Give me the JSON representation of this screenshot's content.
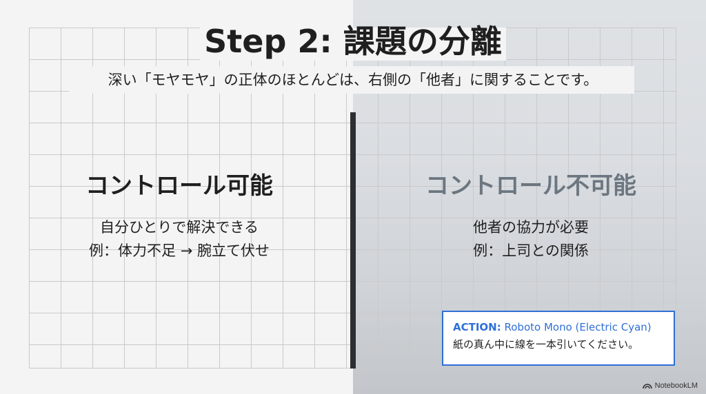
{
  "slide": {
    "title": "Step 2: 課題の分離",
    "subtitle": "深い「モヤモヤ」の正体のほとんどは、右側の「他者」に関することです。"
  },
  "left_column": {
    "heading": "コントロール可能",
    "line1": "自分ひとりで解決できる",
    "line2": "例：体力不足 → 腕立て伏せ"
  },
  "right_column": {
    "heading": "コントロール不可能",
    "line1": "他者の協力が必要",
    "line2": "例：上司との関係"
  },
  "action_box": {
    "label": "ACTION:",
    "font_note": " Roboto Mono (Electric Cyan)",
    "instruction": "紙の真ん中に線を一本引いてください。"
  },
  "watermark": {
    "text": "NotebookLM"
  },
  "colors": {
    "accent_blue": "#2f6fd6",
    "divider": "#2b2f33",
    "muted_heading": "#6b7680"
  }
}
